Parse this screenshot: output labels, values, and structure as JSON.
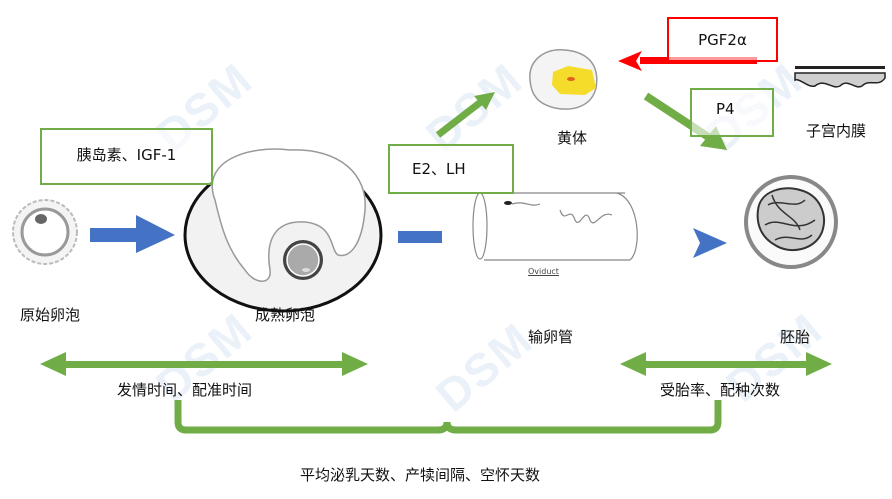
{
  "watermark": "DSM",
  "stages": {
    "primordial_follicle": "原始卵泡",
    "mature_follicle": "成熟卵泡",
    "oviduct": "输卵管",
    "oviduct_caption": "Oviduct",
    "corpus_luteum": "黄体",
    "endometrium": "子宫内膜",
    "embryo": "胚胎"
  },
  "hormones": {
    "insulin_igf": "胰岛素、IGF-1",
    "e2_lh": "E2、LH",
    "pgf2a": "PGF2α",
    "p4": "P4"
  },
  "metrics": {
    "estrus_timing": "发情时间、配准时间",
    "conception": "受胎率、配种次数",
    "summary": "平均泌乳天数、产犊间隔、空怀天数"
  },
  "colors": {
    "green": "#70ad47",
    "blue": "#4472c4",
    "red": "#ff0000",
    "yellow": "#f5dc2a"
  }
}
